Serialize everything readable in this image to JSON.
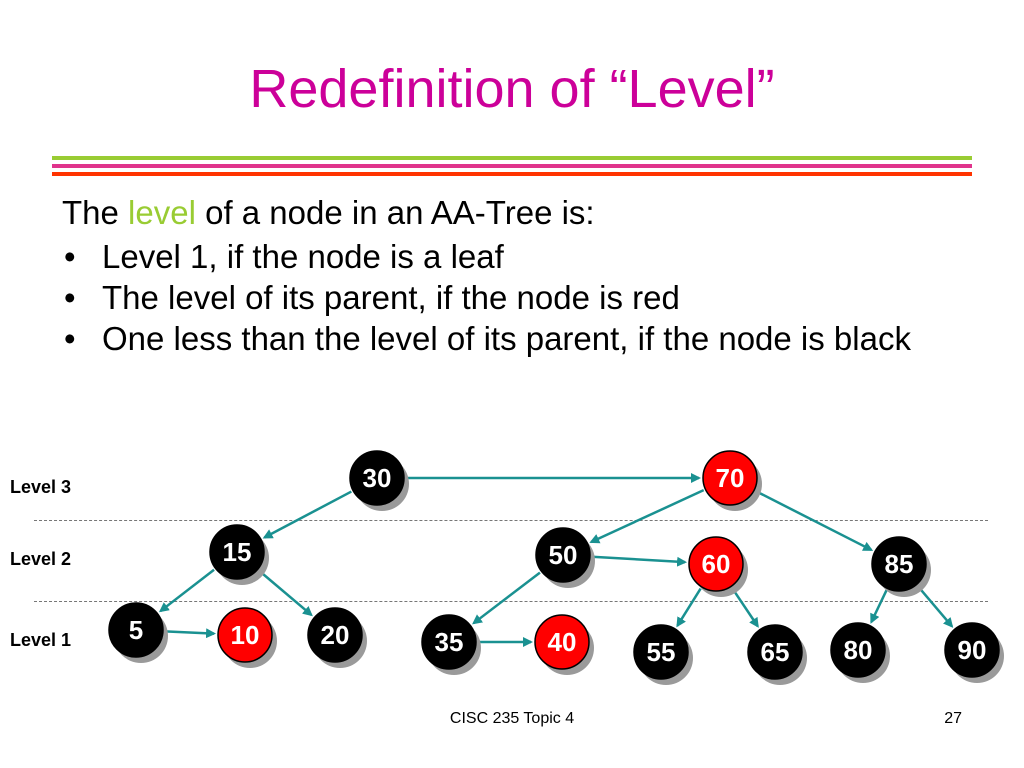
{
  "slide": {
    "title": "Redefinition of “Level”",
    "intro_before": "The ",
    "intro_highlight": "level",
    "intro_after": " of a node in an AA-Tree is:",
    "bullets": [
      "Level 1, if the node is a leaf",
      "The level of its parent, if the node is red",
      "One less than the level of its parent, if the node is black"
    ],
    "bullet_marker": "•",
    "accent_colors": {
      "title": "#cc0099",
      "highlight": "#99cc33",
      "rule_green": "#99cc33",
      "rule_pink": "#e0338c",
      "rule_red": "#ff3300"
    }
  },
  "levels": [
    "Level 3",
    "Level 2",
    "Level 1"
  ],
  "tree": {
    "colors": {
      "black": "#000000",
      "red": "#ff0000",
      "edge": "#1a9191"
    },
    "nodes": [
      {
        "id": "30",
        "label": "30",
        "color": "black"
      },
      {
        "id": "70",
        "label": "70",
        "color": "red"
      },
      {
        "id": "15",
        "label": "15",
        "color": "black"
      },
      {
        "id": "50",
        "label": "50",
        "color": "black"
      },
      {
        "id": "60",
        "label": "60",
        "color": "red"
      },
      {
        "id": "85",
        "label": "85",
        "color": "black"
      },
      {
        "id": "5",
        "label": "5",
        "color": "black"
      },
      {
        "id": "10",
        "label": "10",
        "color": "red"
      },
      {
        "id": "20",
        "label": "20",
        "color": "black"
      },
      {
        "id": "35",
        "label": "35",
        "color": "black"
      },
      {
        "id": "40",
        "label": "40",
        "color": "red"
      },
      {
        "id": "55",
        "label": "55",
        "color": "black"
      },
      {
        "id": "65",
        "label": "65",
        "color": "black"
      },
      {
        "id": "80",
        "label": "80",
        "color": "black"
      },
      {
        "id": "90",
        "label": "90",
        "color": "black"
      }
    ],
    "edges": [
      [
        "30",
        "70"
      ],
      [
        "30",
        "15"
      ],
      [
        "70",
        "50"
      ],
      [
        "70",
        "85"
      ],
      [
        "15",
        "5"
      ],
      [
        "15",
        "20"
      ],
      [
        "5",
        "10"
      ],
      [
        "50",
        "60"
      ],
      [
        "50",
        "35"
      ],
      [
        "35",
        "40"
      ],
      [
        "60",
        "55"
      ],
      [
        "60",
        "65"
      ],
      [
        "85",
        "80"
      ],
      [
        "85",
        "90"
      ]
    ]
  },
  "footer": {
    "course": "CISC 235 Topic 4",
    "page": "27"
  }
}
